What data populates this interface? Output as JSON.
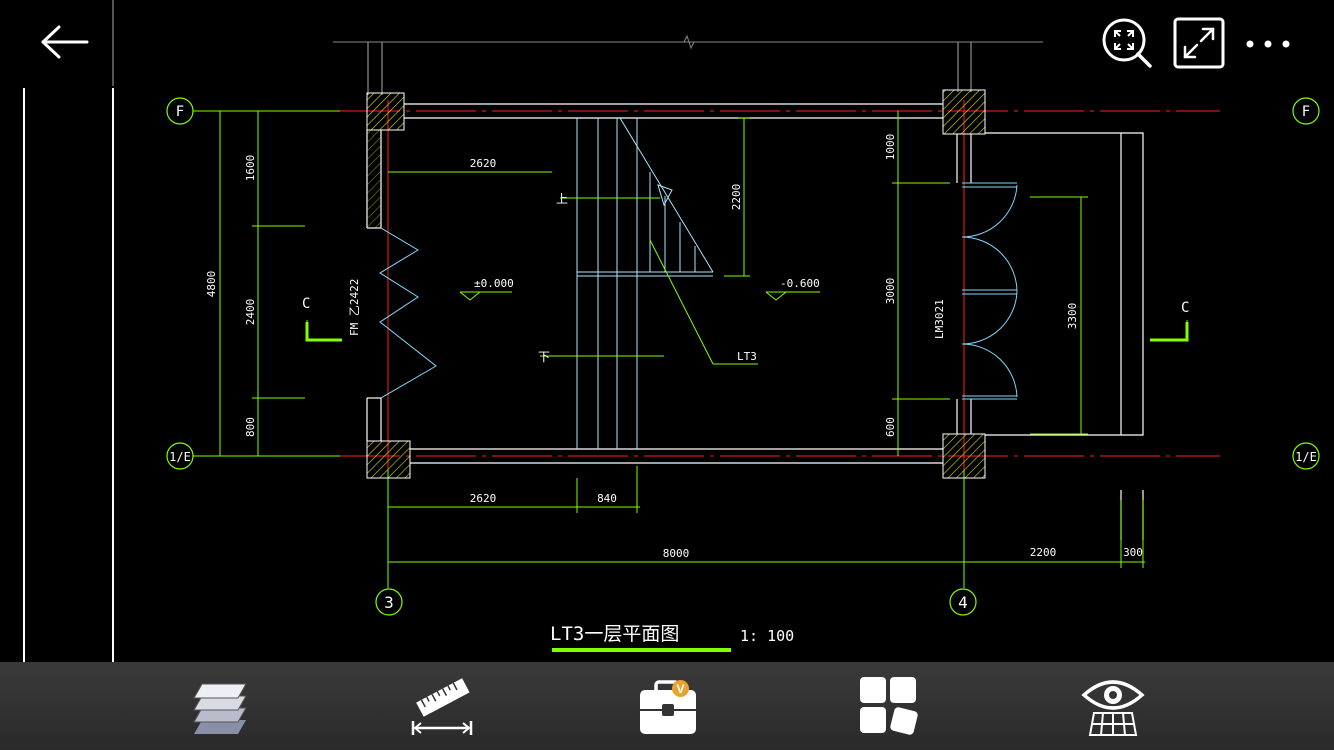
{
  "header": {
    "back_icon": "arrow-left-icon",
    "zoom_icon": "zoom-extents-icon",
    "fullscreen_icon": "fullscreen-icon",
    "more_icon": "more-horizontal-icon"
  },
  "drawing": {
    "grid_labels": {
      "row_top_left": "F",
      "row_top_right": "F",
      "row_bottom_left": "1/E",
      "row_bottom_right": "1/E",
      "col_left": "3",
      "col_right": "4"
    },
    "dimensions": {
      "d2620_top": "2620",
      "d2200_stair": "2200",
      "d1600": "1600",
      "d2400": "2400",
      "d800_left": "800",
      "d4800": "4800",
      "d1000": "1000",
      "d3000": "3000",
      "d600": "600",
      "d3300": "3300",
      "d2620_bottom": "2620",
      "d840": "840",
      "d8000": "8000",
      "d2200_bottom": "2200",
      "d300": "300"
    },
    "labels": {
      "door_fm": "FM 乙2422",
      "door_lm": "LM3021",
      "elev_zero": "±0.000",
      "elev_neg": "-0.600",
      "stair_name": "LT3",
      "up_mark": "上",
      "down_mark": "下",
      "section_left": "C",
      "section_right": "C"
    },
    "title": {
      "text": "LT3一层平面图",
      "scale": "1: 100"
    },
    "colors": {
      "background": "#000000",
      "dim_green": "#7fff00",
      "axis_red": "#ff2020",
      "wall_white": "#ffffff",
      "stair_cyan": "#a8e8ff",
      "door_cyan": "#7fd8ff",
      "hatch_yellow": "#d8d820"
    }
  },
  "toolbar": {
    "layers_icon": "layers-icon",
    "measure_icon": "measure-ruler-icon",
    "toolbox_icon": "toolbox-icon",
    "toolbox_badge": "V",
    "apps_icon": "apps-grid-icon",
    "view_icon": "eye-grid-icon"
  }
}
